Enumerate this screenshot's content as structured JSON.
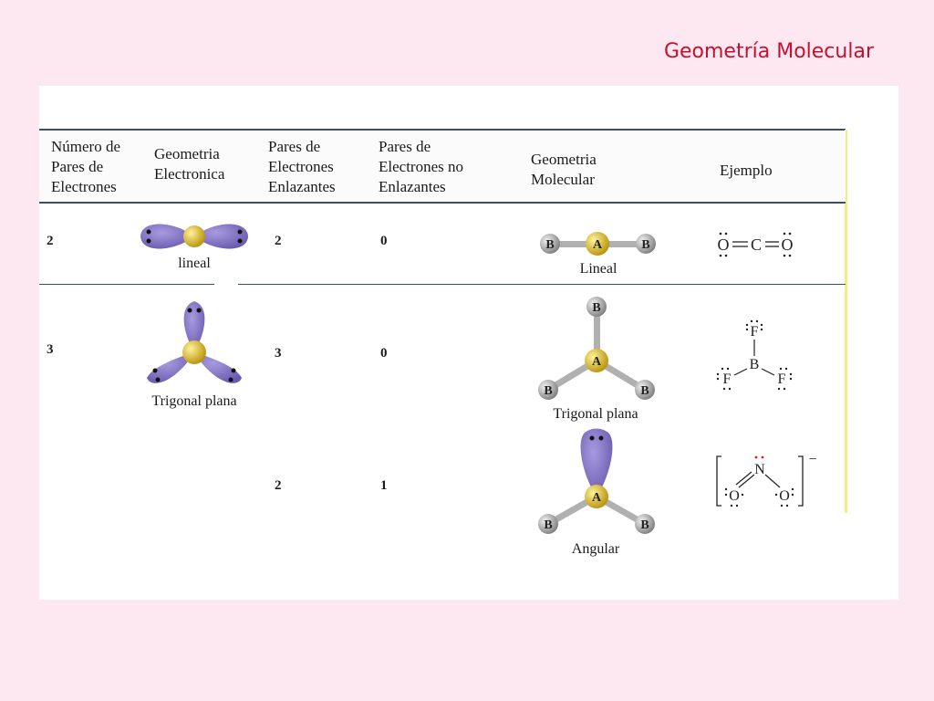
{
  "slide": {
    "title": "Geometría Molecular"
  },
  "table": {
    "headers": [
      {
        "id": "pairs",
        "lines": [
          "Número de",
          "Pares de",
          "Electrones"
        ]
      },
      {
        "id": "egeom",
        "lines": [
          "Geometria",
          "Electronica"
        ]
      },
      {
        "id": "bonding",
        "lines": [
          "Pares de",
          "Electrones",
          "Enlazantes"
        ]
      },
      {
        "id": "nonbonding",
        "lines": [
          "Pares de",
          "Electrones no",
          "Enlazantes"
        ]
      },
      {
        "id": "mgeom",
        "lines": [
          "Geometria",
          "Molecular"
        ]
      },
      {
        "id": "example",
        "lines": [
          "Ejemplo"
        ]
      }
    ],
    "rows": [
      {
        "pairs": "2",
        "electronic_geometry": "lineal",
        "bonding": "2",
        "nonbonding": "0",
        "molecular_geometry": "Lineal"
      },
      {
        "pairs": "3",
        "electronic_geometry": "Trigonal plana",
        "bonding": "3",
        "nonbonding": "0",
        "molecular_geometry": "Trigonal plana"
      },
      {
        "pairs": "",
        "electronic_geometry": "",
        "bonding": "2",
        "nonbonding": "1",
        "molecular_geometry": "Angular"
      }
    ]
  },
  "atoms": {
    "central": "A",
    "outer": "B"
  },
  "examples": {
    "co2": {
      "o1": "O",
      "c": "C",
      "o2": "O"
    },
    "bf3": {
      "b": "B",
      "f_top": "F",
      "f_left": "F",
      "f_right": "F"
    },
    "no2": {
      "n": "N",
      "o1": "O",
      "o2": "O",
      "charge": "−"
    }
  },
  "colors": {
    "title": "#c8102e",
    "lobe": "#7f6fbf",
    "central_atom": "#d9b41a",
    "outer_atom": "#a9a9a9",
    "lone_pair_n": "#e01b1b"
  }
}
